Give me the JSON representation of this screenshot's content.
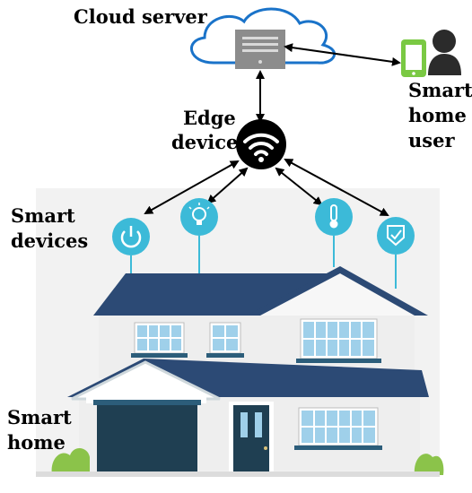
{
  "labels": {
    "cloud_server": "Cloud server",
    "edge_device_line1": "Edge",
    "edge_device_line2": "device",
    "smart_home_user_line1": "Smart",
    "smart_home_user_line2": "home",
    "smart_home_user_line3": "user",
    "smart_devices_line1": "Smart",
    "smart_devices_line2": "devices",
    "smart_home_line1": "Smart",
    "smart_home_line2": "home"
  },
  "icons": {
    "cloud": "cloud-icon",
    "server": "server-icon",
    "phone": "smartphone-icon",
    "user": "user-icon",
    "edge": "wifi-icon",
    "device_1": "power-icon",
    "device_2": "lightbulb-icon",
    "device_3": "thermometer-icon",
    "device_4": "shield-check-icon"
  },
  "colors": {
    "cloud_outline": "#1a73c9",
    "server": "#8c8c8c",
    "phone": "#7ac943",
    "user": "#2b2b2b",
    "edge_circle": "#000000",
    "device_circle": "#3cbad8",
    "roof": "#2c4a75",
    "wall": "#eeeeee",
    "garage_door": "#1f3f52",
    "bush": "#8bc34a"
  }
}
